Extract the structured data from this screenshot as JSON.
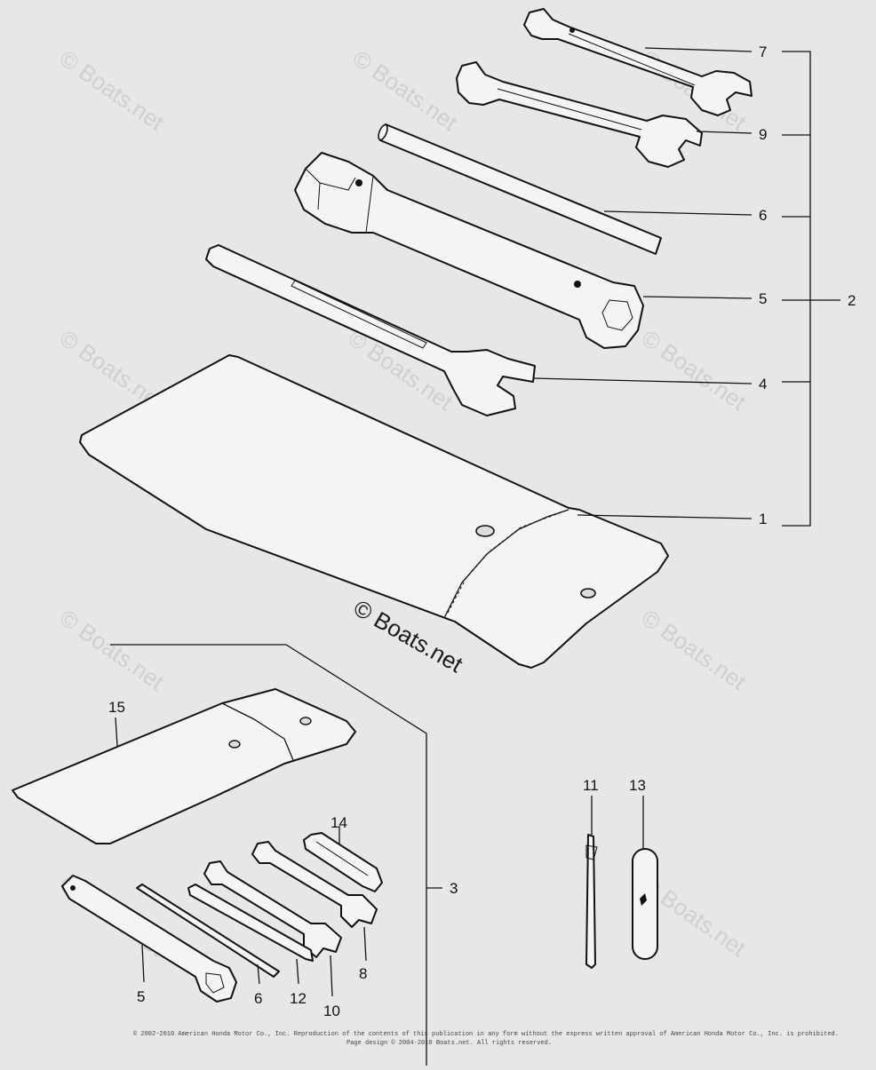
{
  "diagram": {
    "callouts": {
      "c7": "7",
      "c9": "9",
      "c6_top": "6",
      "c5_top": "5",
      "c2": "2",
      "c4": "4",
      "c1": "1",
      "c15": "15",
      "c14": "14",
      "c3": "3",
      "c11": "11",
      "c13": "13",
      "c5_bottom": "5",
      "c6_bottom": "6",
      "c12": "12",
      "c10": "10",
      "c8": "8"
    },
    "watermarks": {
      "main": "© Boats.net",
      "repeat": "© Boats.net"
    },
    "footer": {
      "line1": "© 2002-2010 American Honda Motor Co., Inc. Reproduction of the contents of this publication in any form without the express written approval of American Honda Motor Co., Inc. is prohibited.",
      "line2": "Page design © 2004-2010 Boats.net. All rights reserved."
    }
  }
}
